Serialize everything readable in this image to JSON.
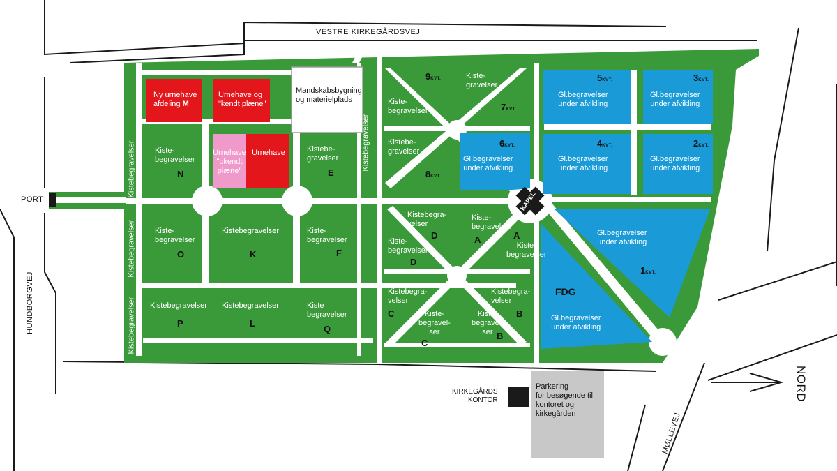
{
  "colors": {
    "green": "#3a9a3a",
    "green_dark": "#2a8a2e",
    "path": "#ffffff",
    "blue": "#1a9ad6",
    "red": "#e2161b",
    "pink": "#f09acb",
    "gray": "#c8c8c8",
    "office": "#1a1a1a",
    "road": "#1a1a1a"
  },
  "roads": {
    "vestre": "VESTRE KIRKEGÅRDSVEJ",
    "hundborg": "HUNDBORGVEJ",
    "molle": "MØLLEVEJ",
    "port": "PORT",
    "nord": "NORD"
  },
  "office": {
    "line1": "KIRKEGÅRDS",
    "line2": "KONTOR"
  },
  "parking": {
    "line1": "Parkering",
    "line2": "for besøgende til",
    "line3": "kontoret og",
    "line4": "kirkegården"
  },
  "chapel": "KAPEL",
  "areas": {
    "m": {
      "line1": "Ny urnehave",
      "line2": "afdeling",
      "letter": "M"
    },
    "urnehave_kendt": {
      "line1": "Urnehave og",
      "line2": "\"kendt plæne\""
    },
    "mandskab": {
      "line1": "Mandskabsbygning",
      "line2": "og materielplads"
    },
    "urnehave_ukendt": {
      "line1": "Urnehave",
      "line2": "\"ukendt",
      "line3": "plæne\""
    },
    "urnehave": "Urnehave",
    "n": {
      "line1": "Kiste-",
      "line2": "begravelser",
      "letter": "N"
    },
    "e": {
      "line1": "Kistebe-",
      "line2": "gravelser",
      "letter": "E"
    },
    "o": {
      "line1": "Kiste-",
      "line2": "begravelser",
      "letter": "O"
    },
    "k": {
      "line1": "Kistebegravelser",
      "letter": "K"
    },
    "f": {
      "line1": "Kiste-",
      "line2": "begravelser",
      "letter": "F"
    },
    "p": {
      "line1": "Kistebegravelser",
      "letter": "P"
    },
    "l": {
      "line1": "Kistebegravelser",
      "letter": "L"
    },
    "q": {
      "line1": "Kiste",
      "line2": "begravelser",
      "letter": "Q"
    },
    "strip_left": "Kistebegravelser",
    "strip_mid": "Kistebegravelser",
    "k9_label": {
      "line1": "Kiste-",
      "line2": "begravelser"
    },
    "k9_label2": {
      "line1": "Kiste-",
      "line2": "gravelser"
    },
    "k9_left": {
      "line1": "Kiste-",
      "line2": "begravelser"
    },
    "k9_left2": {
      "line1": "Kistebe-",
      "line2": "gravelser"
    },
    "d1": {
      "line1": "Kistebegra-",
      "line2": "velser",
      "letter": "D"
    },
    "d2": {
      "line1": "Kiste-",
      "line2": "begravelser",
      "letter": "D"
    },
    "a1": {
      "line1": "Kiste-",
      "line2": "begravelser",
      "letter": "A"
    },
    "a2": {
      "line1": "Kiste-",
      "line2": "begravelser",
      "letter": "A"
    },
    "c1": {
      "line1": "Kistebegra-",
      "line2": "velser",
      "letter": "C"
    },
    "c2": {
      "line1": "Kiste-",
      "line2": "begravel-",
      "line3": "ser",
      "letter": "C"
    },
    "b1": {
      "line1": "Kistebegra-",
      "line2": "velser",
      "letter": "B"
    },
    "b2": {
      "line1": "Kiste-",
      "line2": "begravel-",
      "line3": "ser",
      "letter": "B"
    },
    "gl": {
      "line1": "Gl.begravelser",
      "line2": "under afvikling"
    },
    "fdg": "FDG"
  },
  "kvt_suffix": "KVT.",
  "kvt_numbers": [
    "9",
    "7",
    "6",
    "8",
    "5",
    "3",
    "4",
    "2",
    "1"
  ]
}
